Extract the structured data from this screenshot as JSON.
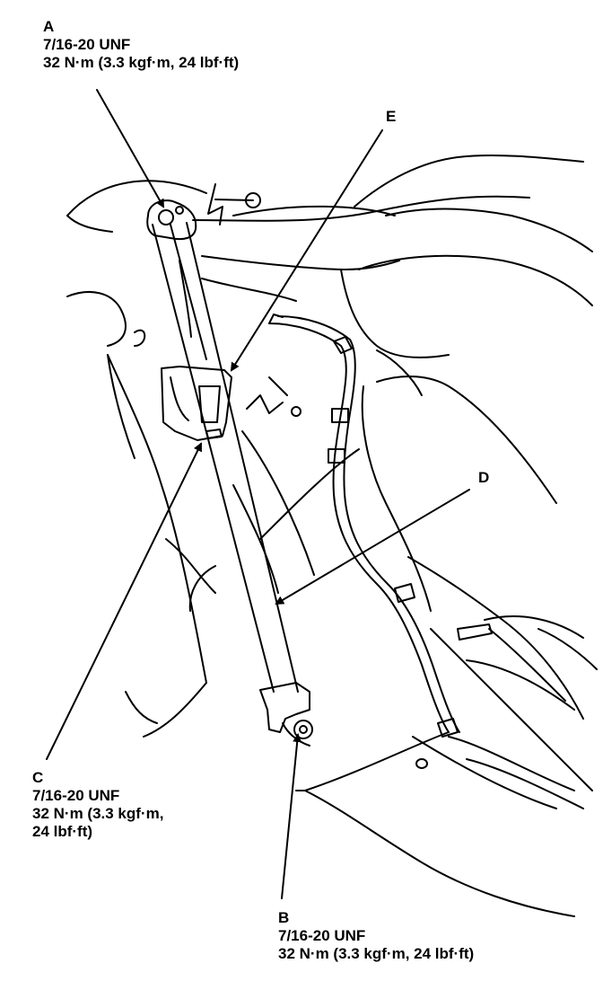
{
  "callouts": {
    "a": {
      "letter": "A",
      "spec": "7/16-20 UNF",
      "torque": "32 N·m (3.3 kgf·m, 24 lbf·ft)"
    },
    "b": {
      "letter": "B",
      "spec": "7/16-20 UNF",
      "torque": "32 N·m (3.3 kgf·m, 24 lbf·ft)"
    },
    "c": {
      "letter": "C",
      "spec": "7/16-20 UNF",
      "torque_line1": "32 N·m (3.3 kgf·m,",
      "torque_line2": "24 lbf·ft)"
    },
    "d": {
      "letter": "D"
    },
    "e": {
      "letter": "E"
    }
  },
  "colors": {
    "ink": "#000000",
    "paper": "#ffffff"
  }
}
